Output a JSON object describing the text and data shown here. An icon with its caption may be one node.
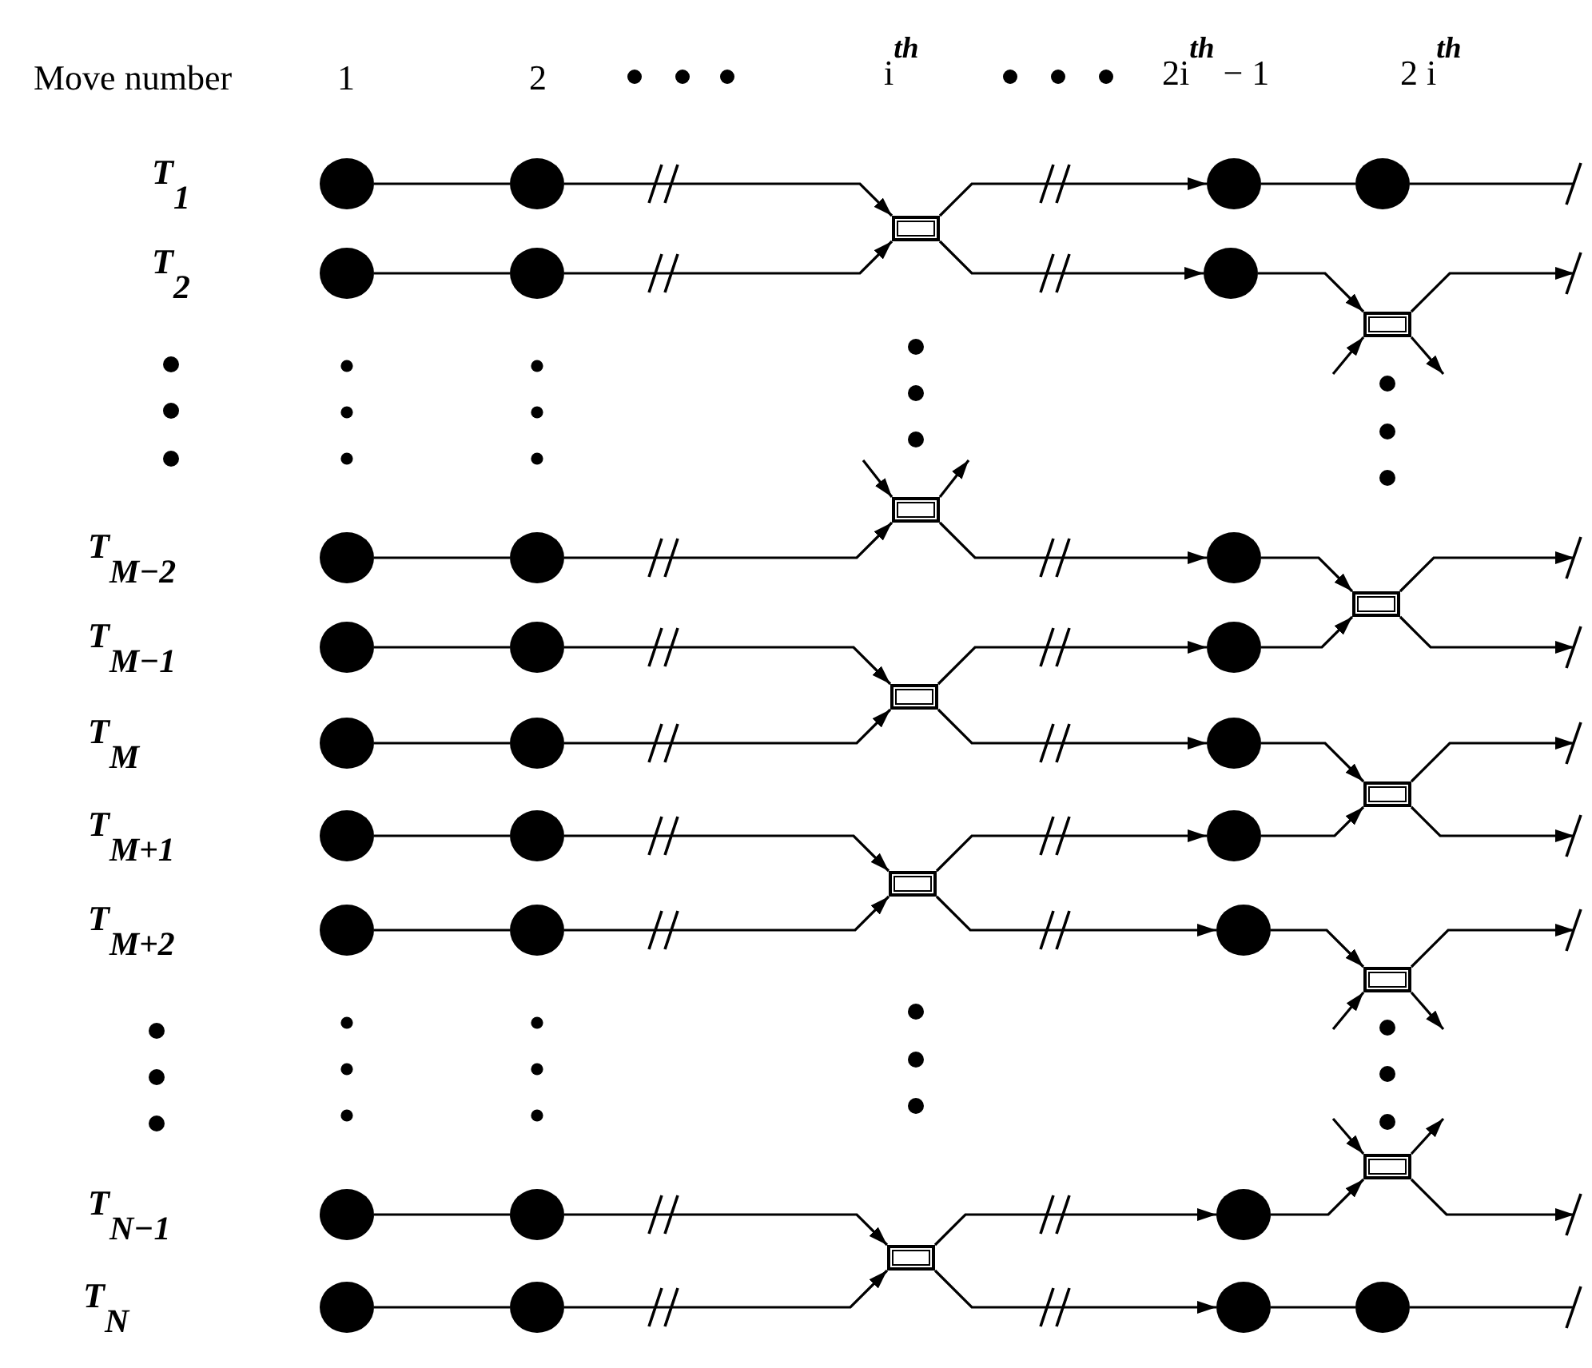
{
  "diagram": {
    "nodes": [
      {
        "text": [],
        "shape": "circle"
      },
      {
        "text": [],
        "shape": "circle"
      },
      {
        "text": [],
        "shape": "circle"
      },
      {
        "text": [],
        "shape": "circle"
      },
      {
        "text": [],
        "shape": "box"
      },
      {
        "text": [],
        "shape": "circle"
      },
      {
        "text": [],
        "shape": "circle"
      },
      {
        "text": [],
        "shape": "circle"
      },
      {
        "text": [],
        "shape": "box"
      },
      {
        "text": [],
        "shape": "box"
      },
      {
        "text": [],
        "shape": "circle"
      },
      {
        "text": [],
        "shape": "circle"
      },
      {
        "text": [],
        "shape": "circle"
      },
      {
        "text": [],
        "shape": "box"
      },
      {
        "text": [],
        "shape": "circle"
      },
      {
        "text": [],
        "shape": "circle"
      },
      {
        "text": [],
        "shape": "circle"
      },
      {
        "text": [],
        "shape": "box"
      },
      {
        "text": [],
        "shape": "circle"
      },
      {
        "text": [],
        "shape": "circle"
      },
      {
        "text": [],
        "shape": "circle"
      },
      {
        "text": [],
        "shape": "box"
      },
      {
        "text": [],
        "shape": "circle"
      },
      {
        "text": [],
        "shape": "circle"
      },
      {
        "text": [],
        "shape": "circle"
      },
      {
        "text": [],
        "shape": "box"
      },
      {
        "text": [],
        "shape": "circle"
      },
      {
        "text": [],
        "shape": "circle"
      },
      {
        "text": [],
        "shape": "circle"
      },
      {
        "text": [],
        "shape": "box"
      },
      {
        "text": [],
        "shape": "box"
      },
      {
        "text": [],
        "shape": "circle"
      },
      {
        "text": [],
        "shape": "circle"
      },
      {
        "text": [],
        "shape": "circle"
      },
      {
        "text": [],
        "shape": "box"
      },
      {
        "text": [],
        "shape": "circle"
      },
      {
        "text": [],
        "shape": "circle"
      },
      {
        "text": [],
        "shape": "circle"
      },
      {
        "text": [],
        "shape": "circle"
      }
    ],
    "edges": [
      {
        "from": 0,
        "to": 1,
        "arrow": "none"
      },
      {
        "from": 1,
        "to": 4,
        "arrow": "to"
      },
      {
        "from": 4,
        "to": 2,
        "arrow": "to"
      },
      {
        "from": 2,
        "to": 3,
        "arrow": "none"
      },
      {
        "from": 3,
        "to": null,
        "arrow": "none"
      },
      {
        "from": 5,
        "to": 6,
        "arrow": "none"
      },
      {
        "from": 6,
        "to": 4,
        "arrow": "to"
      },
      {
        "from": 4,
        "to": 7,
        "arrow": "to"
      },
      {
        "from": 7,
        "to": 8,
        "arrow": "to"
      },
      {
        "from": null,
        "to": 8,
        "arrow": "to"
      },
      {
        "from": 8,
        "to": null,
        "arrow": "to"
      },
      {
        "from": 8,
        "to": null,
        "arrow": "to"
      },
      {
        "from": null,
        "to": 9,
        "arrow": "to"
      },
      {
        "from": 10,
        "to": 11,
        "arrow": "none"
      },
      {
        "from": 11,
        "to": 9,
        "arrow": "to"
      },
      {
        "from": 9,
        "to": null,
        "arrow": "to"
      },
      {
        "from": 9,
        "to": 12,
        "arrow": "to"
      },
      {
        "from": 12,
        "to": 13,
        "arrow": "to"
      },
      {
        "from": 13,
        "to": null,
        "arrow": "to"
      },
      {
        "from": 14,
        "to": 15,
        "arrow": "none"
      },
      {
        "from": 15,
        "to": 17,
        "arrow": "to"
      },
      {
        "from": 17,
        "to": 16,
        "arrow": "to"
      },
      {
        "from": 16,
        "to": 13,
        "arrow": "to"
      },
      {
        "from": 13,
        "to": null,
        "arrow": "to"
      },
      {
        "from": 18,
        "to": 19,
        "arrow": "none"
      },
      {
        "from": 19,
        "to": 17,
        "arrow": "to"
      },
      {
        "from": 17,
        "to": 20,
        "arrow": "to"
      },
      {
        "from": 20,
        "to": 21,
        "arrow": "to"
      },
      {
        "from": 21,
        "to": null,
        "arrow": "to"
      },
      {
        "from": 22,
        "to": 23,
        "arrow": "none"
      },
      {
        "from": 23,
        "to": 25,
        "arrow": "to"
      },
      {
        "from": 25,
        "to": 24,
        "arrow": "to"
      },
      {
        "from": 24,
        "to": 21,
        "arrow": "to"
      },
      {
        "from": 21,
        "to": null,
        "arrow": "to"
      },
      {
        "from": 26,
        "to": 27,
        "arrow": "none"
      },
      {
        "from": 27,
        "to": 25,
        "arrow": "to"
      },
      {
        "from": 25,
        "to": 28,
        "arrow": "to"
      },
      {
        "from": 28,
        "to": 29,
        "arrow": "to"
      },
      {
        "from": 29,
        "to": null,
        "arrow": "to"
      },
      {
        "from": null,
        "to": 29,
        "arrow": "to"
      },
      {
        "from": 29,
        "to": null,
        "arrow": "to"
      },
      {
        "from": null,
        "to": 30,
        "arrow": "to"
      },
      {
        "from": 30,
        "to": null,
        "arrow": "to"
      },
      {
        "from": 31,
        "to": 32,
        "arrow": "none"
      },
      {
        "from": 32,
        "to": 34,
        "arrow": "to"
      },
      {
        "from": 33,
        "to": 30,
        "arrow": "to"
      },
      {
        "from": 30,
        "to": null,
        "arrow": "to"
      },
      {
        "from": 34,
        "to": 33,
        "arrow": "to"
      },
      {
        "from": 35,
        "to": 36,
        "arrow": "none"
      },
      {
        "from": 36,
        "to": 34,
        "arrow": "to"
      },
      {
        "from": 34,
        "to": 37,
        "arrow": "to"
      },
      {
        "from": 37,
        "to": 38,
        "arrow": "none"
      },
      {
        "from": 38,
        "to": null,
        "arrow": "none"
      }
    ],
    "labels": [
      "Move number",
      "1",
      "2",
      "i$^{th}$",
      "2i$^{th}$ − 1",
      "2 i$^{th}$",
      "T$_{1}$",
      "T$_{2}$",
      "T$_{M−2}$",
      "T$_{M−1}$",
      "T$_{M}$",
      "T$_{M+1}$",
      "T$_{M+2}$",
      "T$_{N−1}$",
      "T$_{N}$"
    ]
  }
}
